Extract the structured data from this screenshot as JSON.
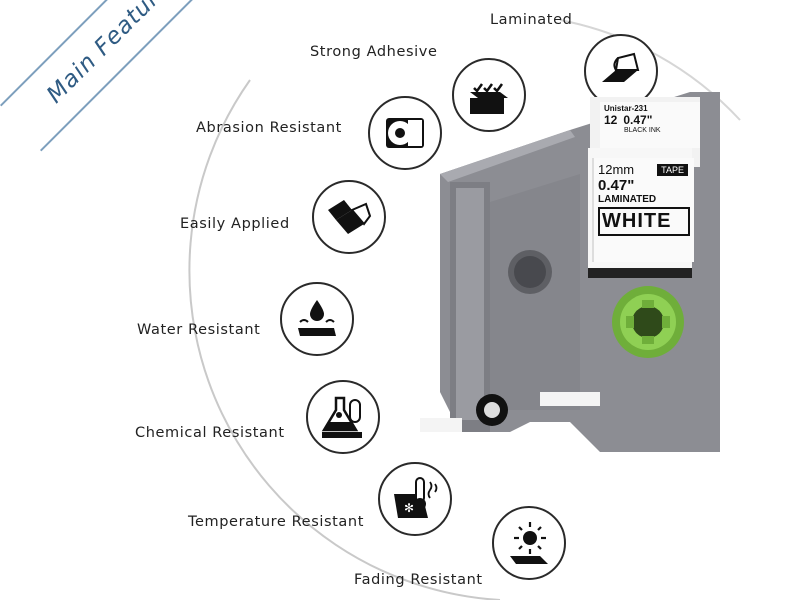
{
  "banner": {
    "title": "Main Features:"
  },
  "features": [
    {
      "label": "Laminated",
      "icon": "laminated-icon"
    },
    {
      "label": "Strong Adhesive",
      "icon": "adhesive-icon"
    },
    {
      "label": "Abrasion Resistant",
      "icon": "abrasion-icon"
    },
    {
      "label": "Easily Applied",
      "icon": "apply-icon"
    },
    {
      "label": "Water Resistant",
      "icon": "water-icon"
    },
    {
      "label": "Chemical Resistant",
      "icon": "chemical-icon"
    },
    {
      "label": "Temperature Resistant",
      "icon": "temperature-icon"
    },
    {
      "label": "Fading Resistant",
      "icon": "fading-icon"
    }
  ],
  "cassette": {
    "tape_top_line": "Unistar-231",
    "tape_small_size": "12",
    "tape_small_inch": "0.47\"",
    "tape_small_color": "BLACK INK",
    "size_mm": "12mm",
    "tape_word": "TAPE",
    "size_inch": "0.47\"",
    "laminated": "LAMINATED",
    "color_word": "WHITE"
  },
  "colors": {
    "banner_blue": "#2f5b83",
    "cassette_gray": "#8c8d93",
    "spool_green": "#7bc043",
    "outline": "#2a2a2a"
  }
}
